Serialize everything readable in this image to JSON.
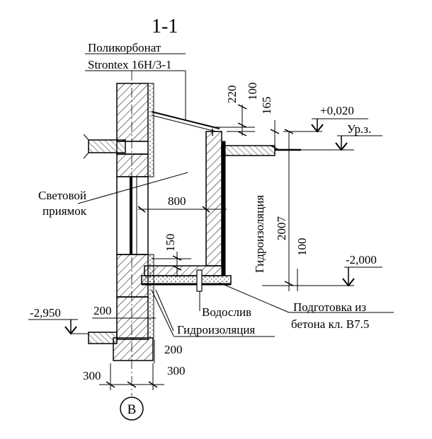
{
  "section": {
    "title": "1-1",
    "grid_axis": "В"
  },
  "labels": {
    "polycarbonate_line1": "Поликорбонат",
    "polycarbonate_line2": "Strontex 16H/3-1",
    "light_pit_line1": "Световой",
    "light_pit_line2": "приямок",
    "waterproofing_vertical": "Гидроизоляция",
    "waterproofing_bottom": "Гидроизоляция",
    "drain": "Водослив",
    "prep_line1": "Подготовка из",
    "prep_line2": "бетона кл. В7.5"
  },
  "levels": {
    "plus_0020": "+0,020",
    "ground": "Ур.з.",
    "minus_2000": "-2,000",
    "minus_2950": "-2,950"
  },
  "dimensions": {
    "d220": "220",
    "d100_top": "100",
    "d165": "165",
    "d800": "800",
    "d150": "150",
    "d2007": "2007",
    "d100_bottom": "100",
    "d200_left": "200",
    "d200_bottom": "200",
    "d300_left": "300",
    "d300_right": "300"
  },
  "colors": {
    "line": "#000000",
    "hatch": "#000000",
    "background": "#ffffff"
  }
}
